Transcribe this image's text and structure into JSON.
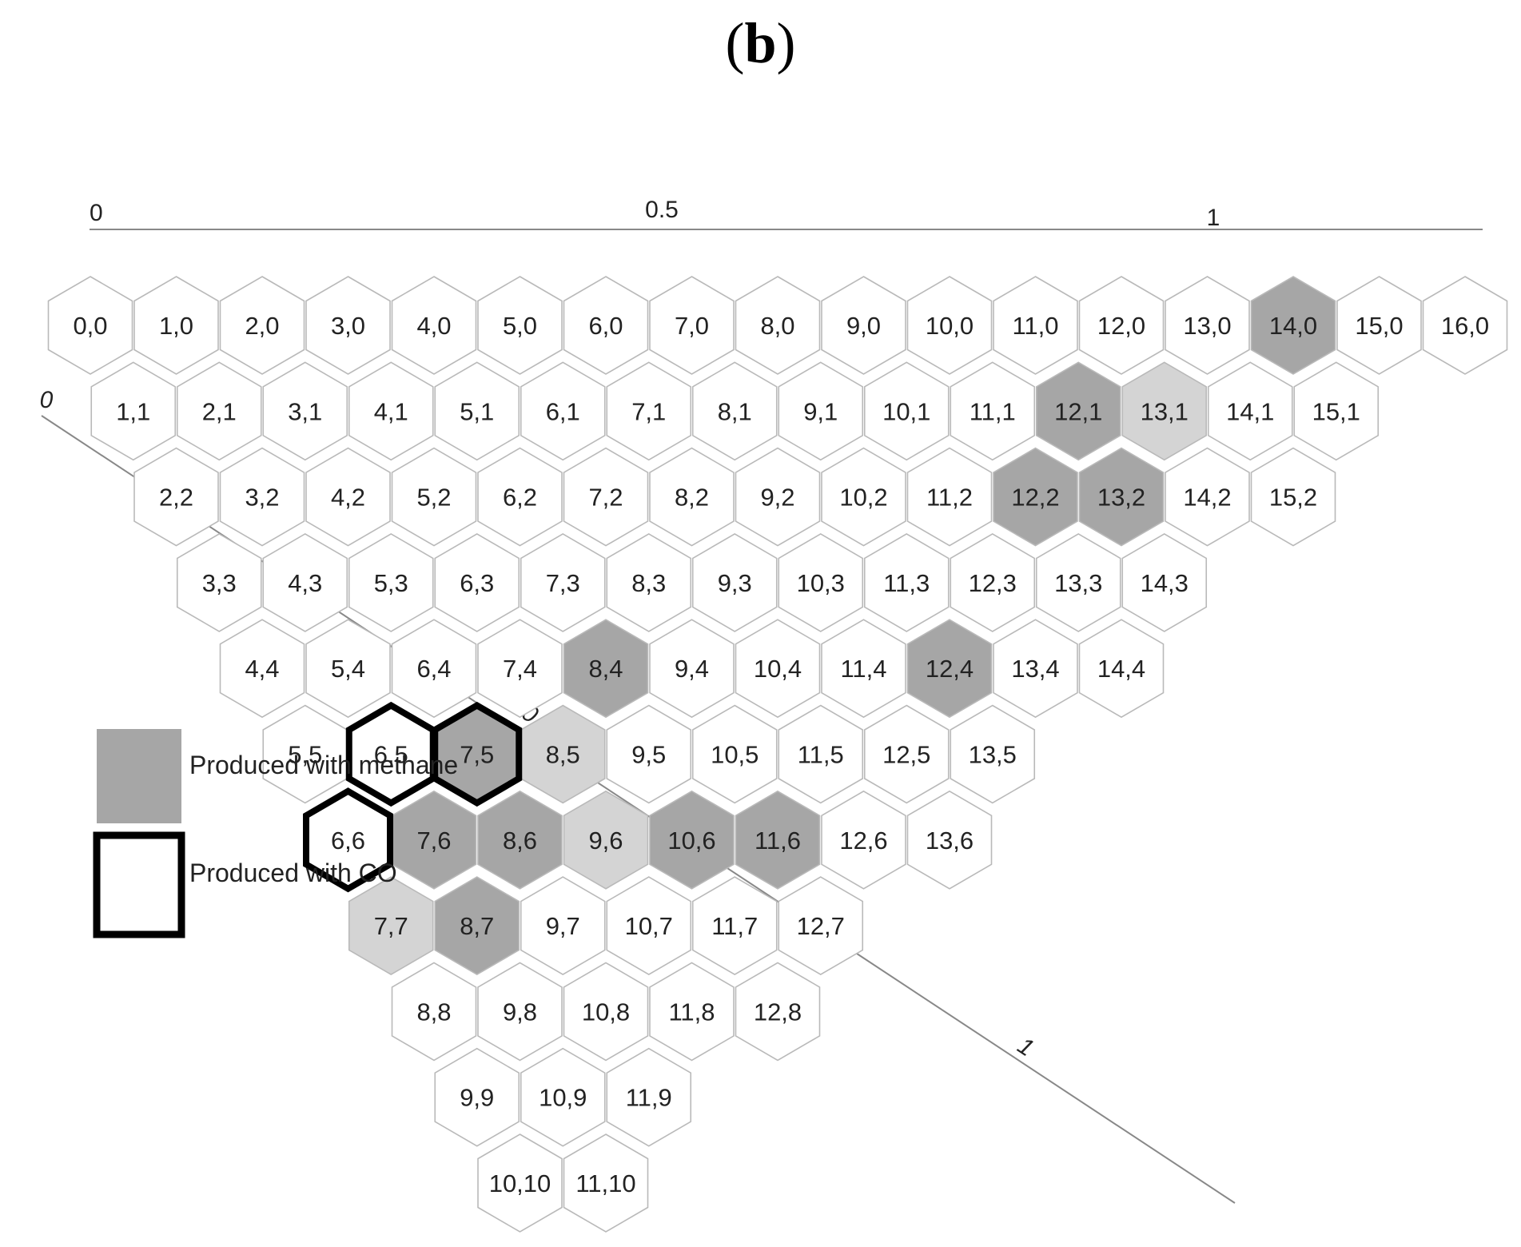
{
  "panel": {
    "open": "(",
    "letter": "b",
    "close": ")"
  },
  "colors": {
    "methane": "#a6a6a6",
    "light": "#d4d4d4",
    "none": "#ffffff",
    "outline": "#b9b9b9",
    "co_outline": "#000000"
  },
  "legend": {
    "methane_label": "Produced with methane",
    "co_label": "Produced with CO"
  },
  "chart_data": {
    "type": "hexagonal-grid",
    "top_axis": {
      "ticks": [
        "0",
        "0.5",
        "1"
      ]
    },
    "diagonal_axis": {
      "ticks": [
        "0",
        "0.5",
        "1"
      ]
    },
    "rows": [
      {
        "y": 0,
        "cells": [
          "0,0",
          "1,0",
          "2,0",
          "3,0",
          "4,0",
          "5,0",
          "6,0",
          "7,0",
          "8,0",
          "9,0",
          "10,0",
          "11,0",
          "12,0",
          "13,0",
          "14,0",
          "15,0",
          "16,0"
        ]
      },
      {
        "y": 1,
        "cells": [
          "1,1",
          "2,1",
          "3,1",
          "4,1",
          "5,1",
          "6,1",
          "7,1",
          "8,1",
          "9,1",
          "10,1",
          "11,1",
          "12,1",
          "13,1",
          "14,1",
          "15,1"
        ]
      },
      {
        "y": 2,
        "cells": [
          "2,2",
          "3,2",
          "4,2",
          "5,2",
          "6,2",
          "7,2",
          "8,2",
          "9,2",
          "10,2",
          "11,2",
          "12,2",
          "13,2",
          "14,2",
          "15,2"
        ]
      },
      {
        "y": 3,
        "cells": [
          "3,3",
          "4,3",
          "5,3",
          "6,3",
          "7,3",
          "8,3",
          "9,3",
          "10,3",
          "11,3",
          "12,3",
          "13,3",
          "14,3"
        ]
      },
      {
        "y": 4,
        "cells": [
          "4,4",
          "5,4",
          "6,4",
          "7,4",
          "8,4",
          "9,4",
          "10,4",
          "11,4",
          "12,4",
          "13,4",
          "14,4"
        ]
      },
      {
        "y": 5,
        "cells": [
          "5,5",
          "6,5",
          "7,5",
          "8,5",
          "9,5",
          "10,5",
          "11,5",
          "12,5",
          "13,5"
        ]
      },
      {
        "y": 6,
        "cells": [
          "6,6",
          "7,6",
          "8,6",
          "9,6",
          "10,6",
          "11,6",
          "12,6",
          "13,6"
        ]
      },
      {
        "y": 7,
        "cells": [
          "7,7",
          "8,7",
          "9,7",
          "10,7",
          "11,7",
          "12,7"
        ]
      },
      {
        "y": 8,
        "cells": [
          "8,8",
          "9,8",
          "10,8",
          "11,8",
          "12,8"
        ]
      },
      {
        "y": 9,
        "cells": [
          "9,9",
          "10,9",
          "11,9"
        ]
      },
      {
        "y": 10,
        "cells": [
          "10,10",
          "11,10"
        ]
      }
    ],
    "produced_with_methane": [
      "14,0",
      "12,1",
      "12,2",
      "13,2",
      "8,4",
      "12,4",
      "7,5",
      "7,6",
      "8,6",
      "10,6",
      "11,6",
      "8,7"
    ],
    "light_shaded": [
      "13,1",
      "8,5",
      "9,6",
      "7,7"
    ],
    "produced_with_co": [
      "6,5",
      "7,5",
      "6,6"
    ]
  }
}
